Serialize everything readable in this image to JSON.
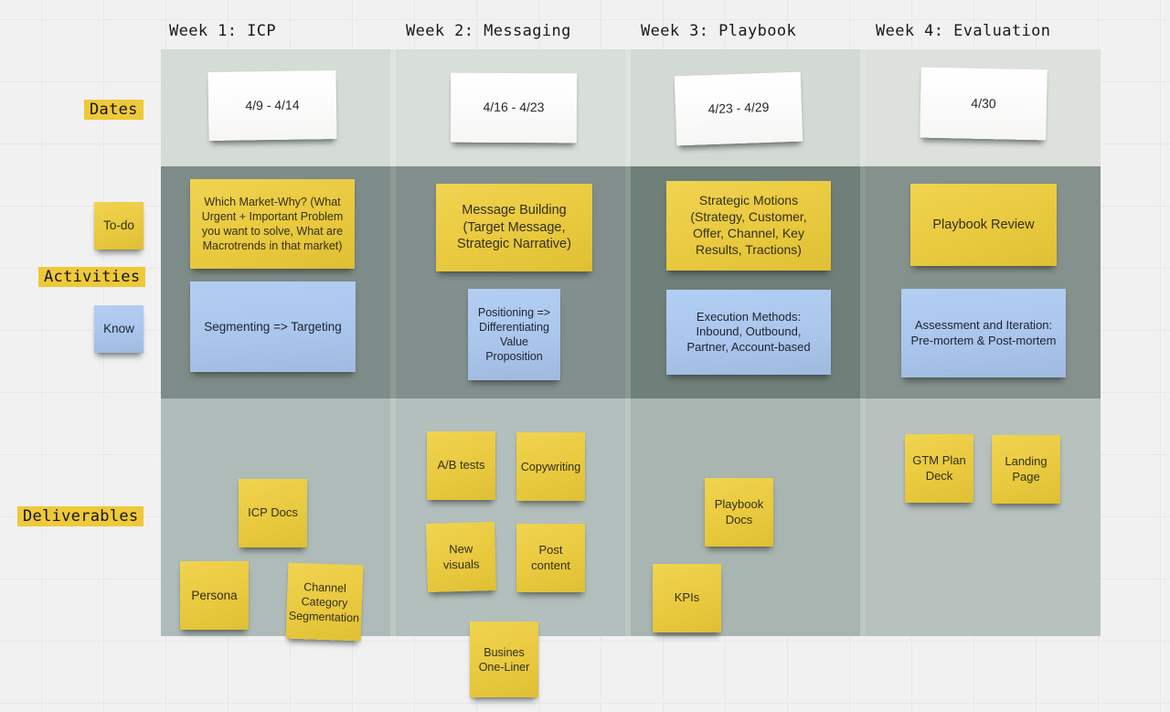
{
  "row_labels": {
    "dates": "Dates",
    "activities": "Activities",
    "deliverables": "Deliverables",
    "todo_note": "To-do",
    "know_note": "Know"
  },
  "columns": [
    {
      "header": "Week 1: ICP",
      "date_note": "4/9 - 4/14",
      "todo_note": "Which Market-Why? (What Urgent + Important Problem you want to solve, What are Macrotrends in that market)",
      "know_note": "Segmenting => Targeting",
      "deliverables": [
        "ICP Docs",
        "Persona",
        "Channel Category Segmentation"
      ]
    },
    {
      "header": "Week 2: Messaging",
      "date_note": "4/16 - 4/23",
      "todo_note": "Message Building (Target Message, Strategic Narrative)",
      "know_note": "Positioning => Differentiating Value Proposition",
      "deliverables": [
        "A/B tests",
        "Copywriting",
        "New visuals",
        "Post content",
        "Busines One-Liner"
      ]
    },
    {
      "header": "Week 3: Playbook",
      "date_note": "4/23 - 4/29",
      "todo_note": "Strategic Motions (Strategy, Customer, Offer, Channel, Key Results, Tractions)",
      "know_note": "Execution Methods: Inbound, Outbound, Partner, Account-based",
      "deliverables": [
        "Playbook Docs",
        "KPIs"
      ]
    },
    {
      "header": "Week 4: Evaluation",
      "date_note": "4/30",
      "todo_note": "Playbook Review",
      "know_note": "Assessment and Iteration: Pre-mortem & Post-mortem",
      "deliverables": [
        "GTM Plan Deck",
        "Landing Page"
      ]
    }
  ],
  "colors": {
    "canvas_bg": "#f1f1f2",
    "grid_line": "#e7e7e9",
    "sticky_yellow": "#e9c93e",
    "sticky_blue": "#aac6ec",
    "sticky_white": "#fbfbfb",
    "label_highlight": "#eec938",
    "dates_row_cells": [
      "#d5dbd5",
      "#d8ded8",
      "#d3d9d3",
      "#dce1dc"
    ],
    "activities_row_cells": [
      "#7d8c88",
      "#828f8d",
      "#6f7f79",
      "#85918d"
    ],
    "deliverables_row_cells": [
      "#aebbb8",
      "#b3bfbc",
      "#a8b5b1",
      "#b7c1be"
    ],
    "row_gap_colors": {
      "dates": "#e0e4df",
      "activities": "#8d9a94",
      "deliverables": "#bdc8c4"
    }
  }
}
